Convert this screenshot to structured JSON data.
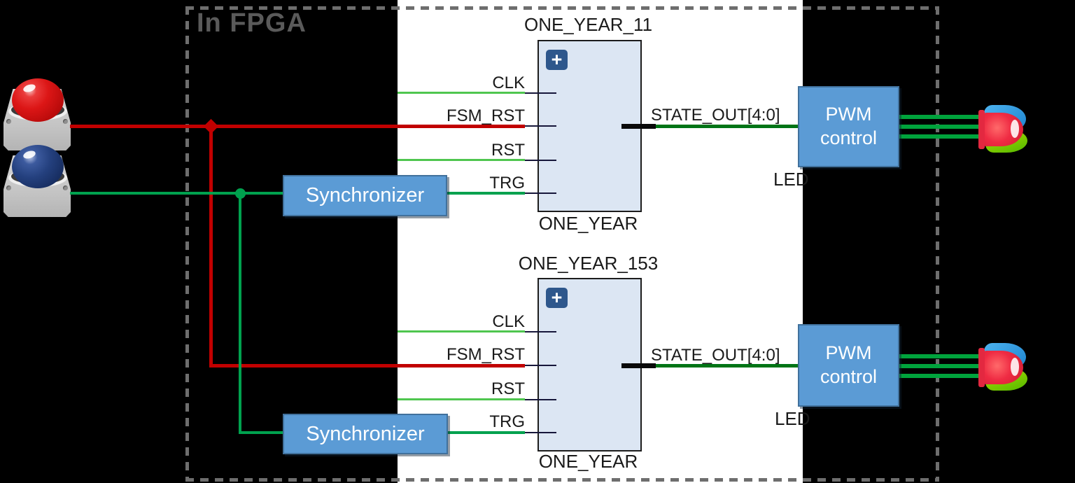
{
  "diagram": {
    "region_label": "In FPGA",
    "inputs": [
      {
        "name": "red-push-button",
        "color": "#dc1616"
      },
      {
        "name": "blue-push-button",
        "color": "#24407e"
      }
    ],
    "synchronizers": [
      {
        "label": "Synchronizer"
      },
      {
        "label": "Synchronizer"
      }
    ],
    "fsm_blocks": [
      {
        "instance": "ONE_YEAR_11",
        "module": "ONE_YEAR",
        "ports": {
          "clk": "CLK",
          "fsm_rst": "FSM_RST",
          "rst": "RST",
          "trg": "TRG"
        },
        "output": "STATE_OUT[4:0]"
      },
      {
        "instance": "ONE_YEAR_153",
        "module": "ONE_YEAR",
        "ports": {
          "clk": "CLK",
          "fsm_rst": "FSM_RST",
          "rst": "RST",
          "trg": "TRG"
        },
        "output": "STATE_OUT[4:0]"
      }
    ],
    "pwm_blocks": [
      {
        "line1": "PWM",
        "line2": "control"
      },
      {
        "line1": "PWM",
        "line2": "control"
      }
    ],
    "led_labels": [
      "LED",
      "LED"
    ],
    "colors": {
      "box_blue": "#5b9bd5",
      "box_blue_border": "#41719c",
      "block_fill": "#dce6f3",
      "block_border": "#1c1c1c",
      "plus_button": "#2e578c",
      "wire_red": "#c10000",
      "wire_green": "#00a14e",
      "wire_signal_green": "#4fc64f",
      "wire_bus_green": "#007416",
      "wire_led_green": "#00a33c",
      "dash_gray": "#6e6e6e",
      "label_gray": "#5a5a5a"
    }
  }
}
